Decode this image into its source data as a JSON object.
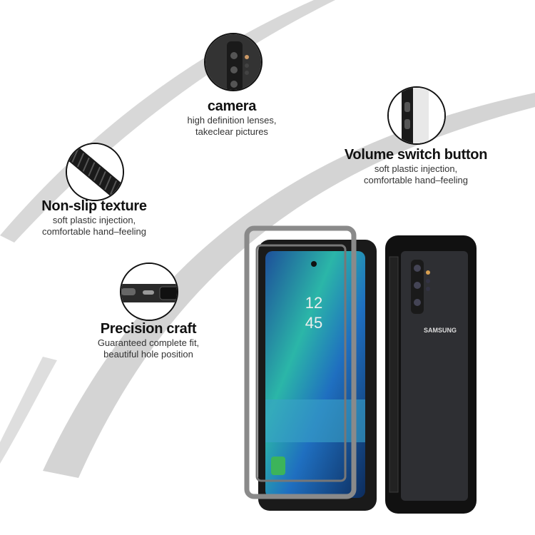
{
  "features": [
    {
      "title": "camera",
      "lines": [
        "high definition lenses,",
        "takeclear pictures"
      ],
      "icon": "camera-closeup-icon"
    },
    {
      "title": "Volume switch button",
      "lines": [
        "soft plastic injection,",
        "comfortable hand–feeling"
      ],
      "icon": "volume-button-closeup-icon"
    },
    {
      "title": "Non-slip texture",
      "lines": [
        "soft plastic injection,",
        "comfortable hand–feeling"
      ],
      "icon": "texture-closeup-icon"
    },
    {
      "title": "Precision craft",
      "lines": [
        "Guaranteed complete fit,",
        "beautiful hole position"
      ],
      "icon": "port-closeup-icon"
    }
  ],
  "phone": {
    "clock_hour": "12",
    "clock_minute": "45",
    "brand": "SAMSUNG"
  },
  "colors": {
    "swoosh": "#d6d6d6",
    "case": "#1a1a1a",
    "bumper": "#8a8a8a"
  }
}
